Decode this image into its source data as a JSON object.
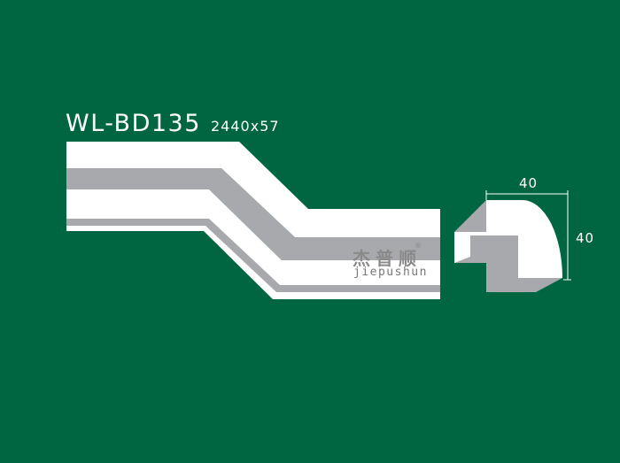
{
  "product": {
    "model": "WL-BD135",
    "size": "2440x57"
  },
  "dimensions": {
    "width": "40",
    "height": "40"
  },
  "watermark": {
    "chinese": "杰普顺",
    "registered": "®",
    "english": "jiepushun"
  },
  "colors": {
    "background": "#006641",
    "profile_face": "#ffffff",
    "profile_shadow": "#a7a9ac",
    "dimension_line": "#ffffff"
  }
}
